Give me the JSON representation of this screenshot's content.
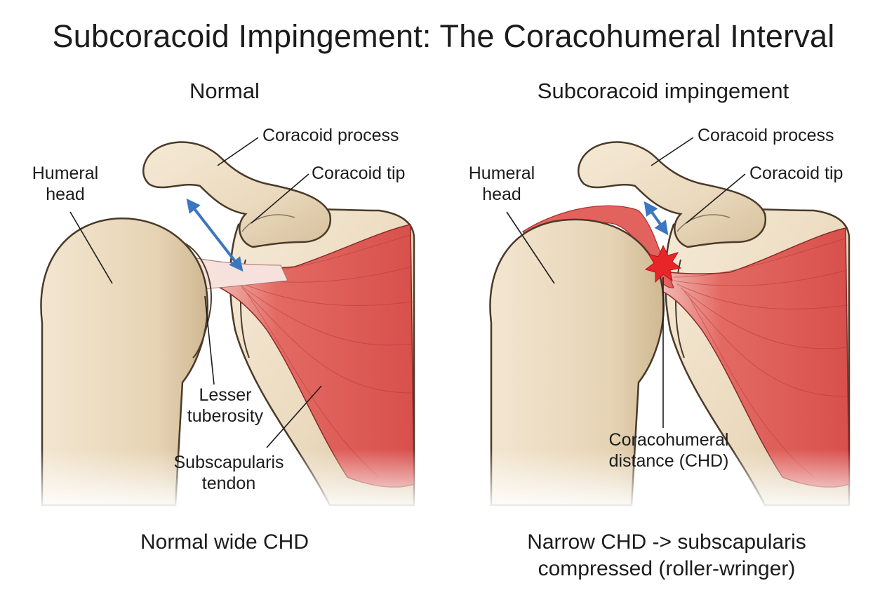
{
  "title": "Subcoracoid Impingement: The Coracohumeral Interval",
  "left_panel": {
    "heading": "Normal",
    "labels": {
      "coracoid_process": "Coracoid process",
      "coracoid_tip": "Coracoid tip",
      "humeral_head": "Humeral\nhead",
      "lesser_tuberosity": "Lesser\ntuberosity",
      "subscapularis_tendon": "Subscapularis\ntendon"
    },
    "caption": "Normal wide CHD"
  },
  "right_panel": {
    "heading": "Subcoracoid impingement",
    "labels": {
      "coracoid_process": "Coracoid process",
      "coracoid_tip": "Coracoid tip",
      "humeral_head": "Humeral\nhead",
      "chd": "Coracohumeral\ndistance (CHD)"
    },
    "caption": "Narrow CHD -> subscapularis\ncompressed (roller-wringer)"
  },
  "colors": {
    "bone_fill": "#ead9bd",
    "bone_shade": "#d8c29f",
    "bone_outline": "#4a3a2a",
    "muscle": "#e05a55",
    "muscle_dark": "#c8403e",
    "tendon": "#f3d9d4",
    "arrow": "#3a77c0",
    "impingement_star": "#e8262a"
  }
}
